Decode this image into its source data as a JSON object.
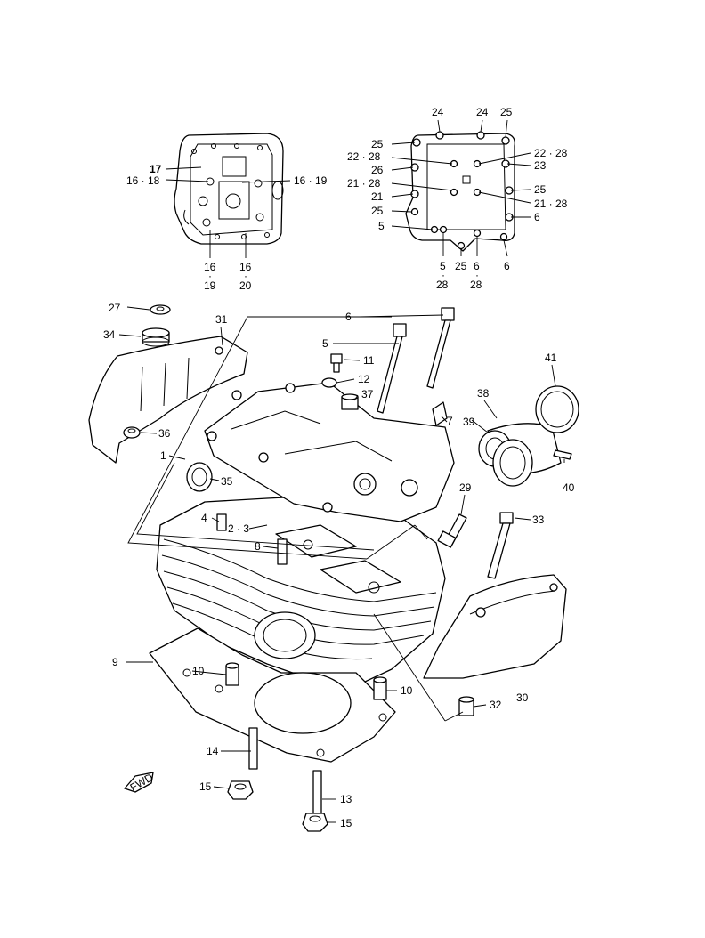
{
  "labels": {
    "inset_left": {
      "l17": "17",
      "l16_18": "16 · 18",
      "l16_19": "16 · 19",
      "l16_a": "16",
      "l19": "19",
      "l16_b": "16",
      "l20": "20"
    },
    "inset_right": {
      "l24_a": "24",
      "l24_b": "24",
      "l25_a": "25",
      "l25_b": "25",
      "l22_28_a": "22 · 28",
      "l22_28_b": "22 · 28",
      "l26": "26",
      "l23": "23",
      "l21_28_a": "21 · 28",
      "l25_c": "25",
      "l21": "21",
      "l21_28_b": "21 · 28",
      "l25_d": "25",
      "l6_a": "6",
      "l5_a": "5",
      "l5_b": "5",
      "l28_a": "28",
      "l25_e": "25",
      "l6_b": "6",
      "l28_b": "28",
      "l6_c": "6"
    },
    "main": {
      "l27": "27",
      "l31": "31",
      "l6": "6",
      "l34": "34",
      "l5": "5",
      "l11": "11",
      "l12": "12",
      "l37": "37",
      "l41": "41",
      "l38": "38",
      "l7": "7",
      "l39": "39",
      "l36": "36",
      "l1": "1",
      "l35": "35",
      "l40": "40",
      "l29": "29",
      "l4": "4",
      "l2_3": "2 · 3",
      "l33": "33",
      "l8": "8",
      "l9": "9",
      "l10_a": "10",
      "l10_b": "10",
      "l30": "30",
      "l32": "32",
      "l14": "14",
      "l15_a": "15",
      "l13": "13",
      "l15_b": "15",
      "fwd": "FWD"
    }
  }
}
